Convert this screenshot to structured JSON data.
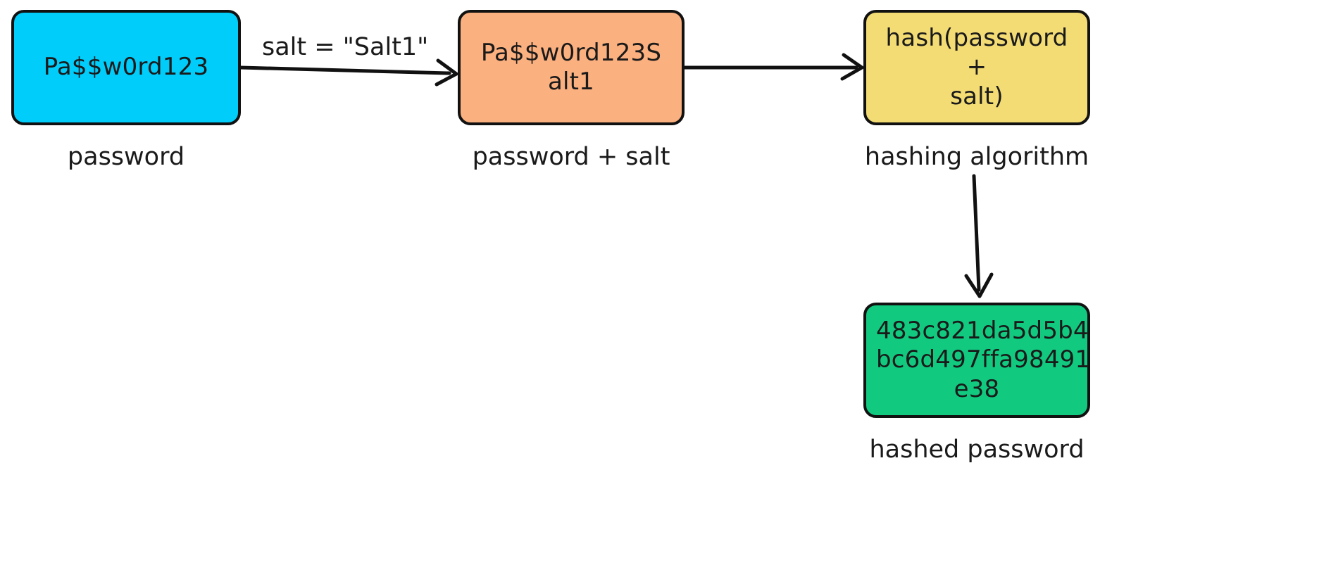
{
  "diagram": {
    "title": "password salting and hashing flow",
    "type": "flow-diagram",
    "nodes": [
      {
        "id": "password",
        "text": "Pa$$w0rd123",
        "caption": "password",
        "color": "#00cdfa"
      },
      {
        "id": "salted-password",
        "text": "Pa$$w0rd123S\nalt1",
        "caption": "password + salt",
        "color": "#fbb07f"
      },
      {
        "id": "hashing-algorithm",
        "text": "hash(password +\nsalt)",
        "caption": "hashing algorithm",
        "color": "#f3dc74"
      },
      {
        "id": "hashed-password",
        "text": "483c821da5d5b4\nbc6d497ffa98491\ne38",
        "caption": "hashed password",
        "color": "#11ca80"
      }
    ],
    "edges": [
      {
        "id": "password-to-salted",
        "label": "salt = \"Salt1\"",
        "from": "password",
        "to": "salted-password"
      },
      {
        "id": "salted-to-hashfn",
        "label": "",
        "from": "salted-password",
        "to": "hashing-algorithm"
      },
      {
        "id": "hashfn-to-hash",
        "label": "",
        "from": "hashing-algorithm",
        "to": "hashed-password"
      }
    ],
    "stroke_color": "#111111",
    "background_color": "#ffffff"
  }
}
